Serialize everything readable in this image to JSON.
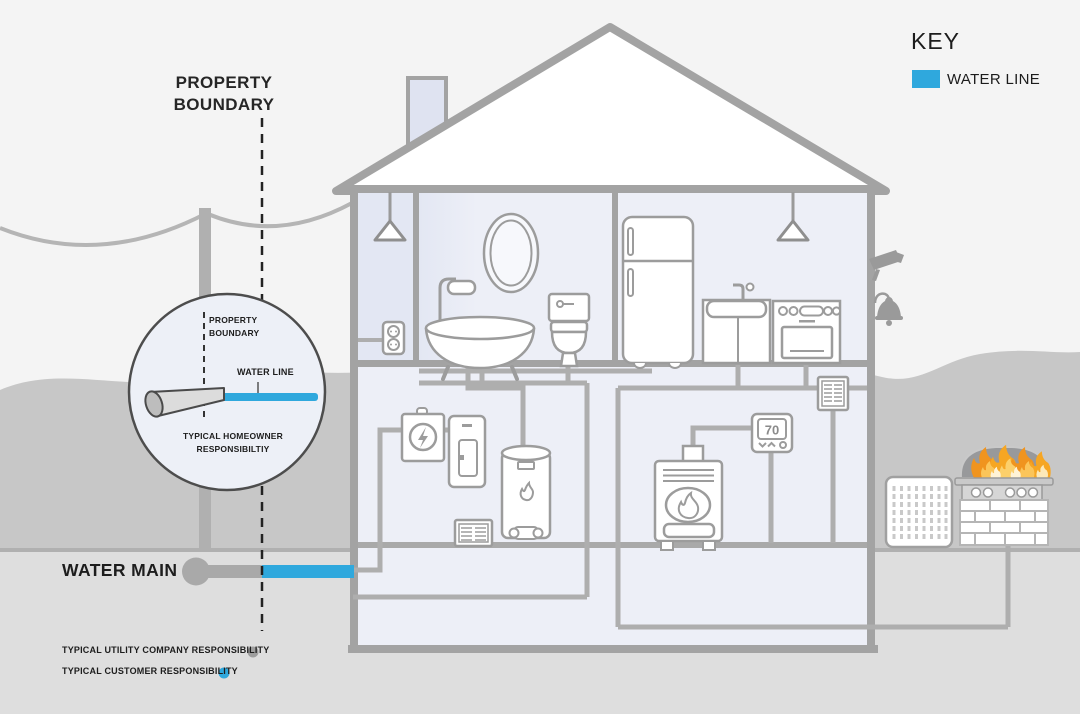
{
  "header": {
    "property_boundary_label": "PROPERTY BOUNDARY",
    "water_main_label": "WATER MAIN"
  },
  "key": {
    "title": "KEY",
    "water_line_label": "WATER LINE",
    "water_line_color": "#2FA8DD"
  },
  "inset": {
    "property_boundary_label": "PROPERTY BOUNDARY",
    "water_line_label": "WATER LINE",
    "homeowner_label": "TYPICAL HOMEOWNER RESPONSIBILTIY"
  },
  "legend": {
    "utility": {
      "label": "TYPICAL UTILITY  COMPANY RESPONSIBILITY",
      "color": "#9E9E9E"
    },
    "customer": {
      "label": "TYPICAL CUSTOMER RESPONSIBILITY",
      "color": "#2FA8DD"
    }
  },
  "thermostat": {
    "temperature": "70"
  },
  "colors": {
    "water_line_blue": "#2FA8DD",
    "structure_gray": "#A3A3A3",
    "hills_gray": "#C7C7C7",
    "underground_gray": "#DEDEDE",
    "sky_gray": "#F4F4F4"
  }
}
